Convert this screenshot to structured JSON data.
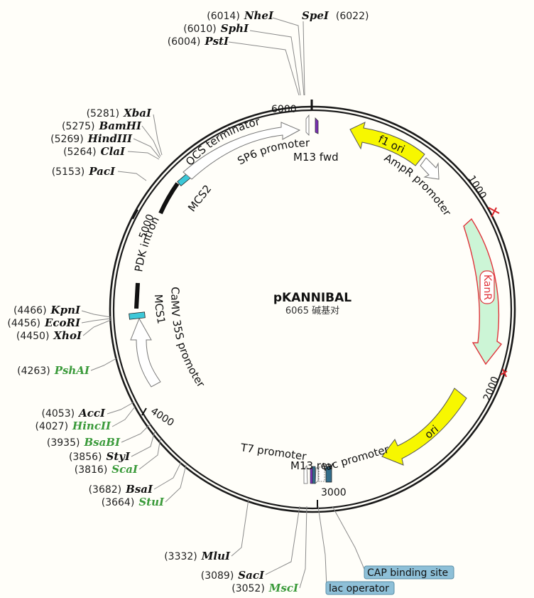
{
  "plasmid": {
    "name": "pKANNIBAL",
    "length_text": "6065 碱基对",
    "length": 6065
  },
  "ticks": [
    {
      "bp": 1000,
      "label": "1000"
    },
    {
      "bp": 2000,
      "label": "2000"
    },
    {
      "bp": 3000,
      "label": "3000"
    },
    {
      "bp": 4000,
      "label": "4000"
    },
    {
      "bp": 5000,
      "label": "5000"
    },
    {
      "bp": 6000,
      "label": "6000"
    }
  ],
  "sites": [
    {
      "pos": "(6014)",
      "name": "NheI",
      "green": false
    },
    {
      "pos": "(6022)",
      "name": "SpeI",
      "green": false
    },
    {
      "pos": "(6010)",
      "name": "SphI",
      "green": false
    },
    {
      "pos": "(6004)",
      "name": "PstI",
      "green": false
    },
    {
      "pos": "(5281)",
      "name": "XbaI",
      "green": false
    },
    {
      "pos": "(5275)",
      "name": "BamHI",
      "green": false
    },
    {
      "pos": "(5269)",
      "name": "HindIII",
      "green": false
    },
    {
      "pos": "(5264)",
      "name": "ClaI",
      "green": false
    },
    {
      "pos": "(5153)",
      "name": "PacI",
      "green": false
    },
    {
      "pos": "(4466)",
      "name": "KpnI",
      "green": false
    },
    {
      "pos": "(4456)",
      "name": "EcoRI",
      "green": false
    },
    {
      "pos": "(4450)",
      "name": "XhoI",
      "green": false
    },
    {
      "pos": "(4263)",
      "name": "PshAI",
      "green": true
    },
    {
      "pos": "(4053)",
      "name": "AccI",
      "green": false
    },
    {
      "pos": "(4027)",
      "name": "HincII",
      "green": true
    },
    {
      "pos": "(3935)",
      "name": "BsaBI",
      "green": true
    },
    {
      "pos": "(3856)",
      "name": "StyI",
      "green": false
    },
    {
      "pos": "(3816)",
      "name": "ScaI",
      "green": true
    },
    {
      "pos": "(3682)",
      "name": "BsaI",
      "green": false
    },
    {
      "pos": "(3664)",
      "name": "StuI",
      "green": true
    },
    {
      "pos": "(3332)",
      "name": "MluI",
      "green": false
    },
    {
      "pos": "(3089)",
      "name": "SacI",
      "green": false
    },
    {
      "pos": "(3052)",
      "name": "MscI",
      "green": true
    }
  ],
  "features": {
    "f1_ori": "f1 ori",
    "ampr_promoter": "AmpR promoter",
    "kanr": "KanR",
    "ori": "ori",
    "lac_promoter": "lac promoter",
    "m13_rev": "M13 rev",
    "t7_promoter": "T7 promoter",
    "camv_35s": "CaMV 35S promoter",
    "mcs1": "MCS1",
    "pdk_intron": "PDK intron",
    "mcs2": "MCS2",
    "ocs_terminator": "OCS terminator",
    "sp6_promoter": "SP6 promoter",
    "m13_fwd": "M13 fwd"
  },
  "badges": {
    "cap_binding_site": "CAP binding site",
    "lac_operator": "lac operator"
  },
  "colors": {
    "yellow_feature": "#f7f700",
    "kanr_fill": "#ccf5d6",
    "kanr_stroke": "#e0333a",
    "mcs_cyan": "#3cc8d8",
    "m13_purple": "#7a2fb5",
    "lac_blue": "#336e8c",
    "badge_fill": "#8ec0d8",
    "green_site": "#3a9a3a",
    "tick_red": "#d9262b"
  }
}
